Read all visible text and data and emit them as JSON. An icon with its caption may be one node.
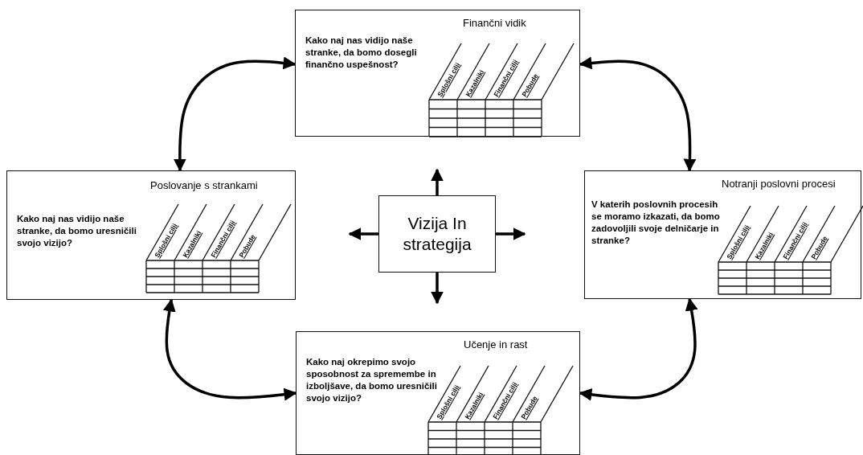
{
  "diagram": {
    "nodes": [
      {
        "text": [
          "Finančni vidik",
          "Kako naj nas vidijo naše stranke, da bomo dosegli finančno uspešnost?",
          "Splošni cilji",
          "Kazalniki",
          "Finančni cilji",
          "Pobude"
        ]
      },
      {
        "text": [
          "Poslovanje s strankami",
          "Kako naj nas vidijo naše stranke, da bomo uresničili svojo vizijo?",
          "Splošni cilji",
          "Kazalniki",
          "Finančni cilji",
          "Pobude"
        ]
      },
      {
        "text": [
          "Vizija In strategija"
        ]
      },
      {
        "text": [
          "Notranji poslovni procesi",
          "V katerih poslovnih procesih se moramo izkazati, da bomo zadovoljili svoje delničarje in stranke?",
          "Splošni cilji",
          "Kazalniki",
          "Finančni cilji",
          "Pobude"
        ]
      },
      {
        "text": [
          "Učenje in rast",
          "Kako naj okrepimo svojo sposobnost za spremembe in izboljšave, da bomo uresničili svojo vizijo?",
          "Splošni cilji",
          "Kazalniki",
          "Finančni cilji",
          "Pobude"
        ]
      }
    ],
    "edges": [
      {
        "from": 0,
        "to": 1,
        "arrow": "both"
      },
      {
        "from": 0,
        "to": 3,
        "arrow": "both"
      },
      {
        "from": 1,
        "to": 4,
        "arrow": "both"
      },
      {
        "from": 3,
        "to": 4,
        "arrow": "both"
      },
      {
        "from": 2,
        "to": null,
        "arrow": "to"
      },
      {
        "from": 2,
        "to": null,
        "arrow": "to"
      },
      {
        "from": 2,
        "to": null,
        "arrow": "to"
      },
      {
        "from": 2,
        "to": null,
        "arrow": "to"
      }
    ]
  }
}
